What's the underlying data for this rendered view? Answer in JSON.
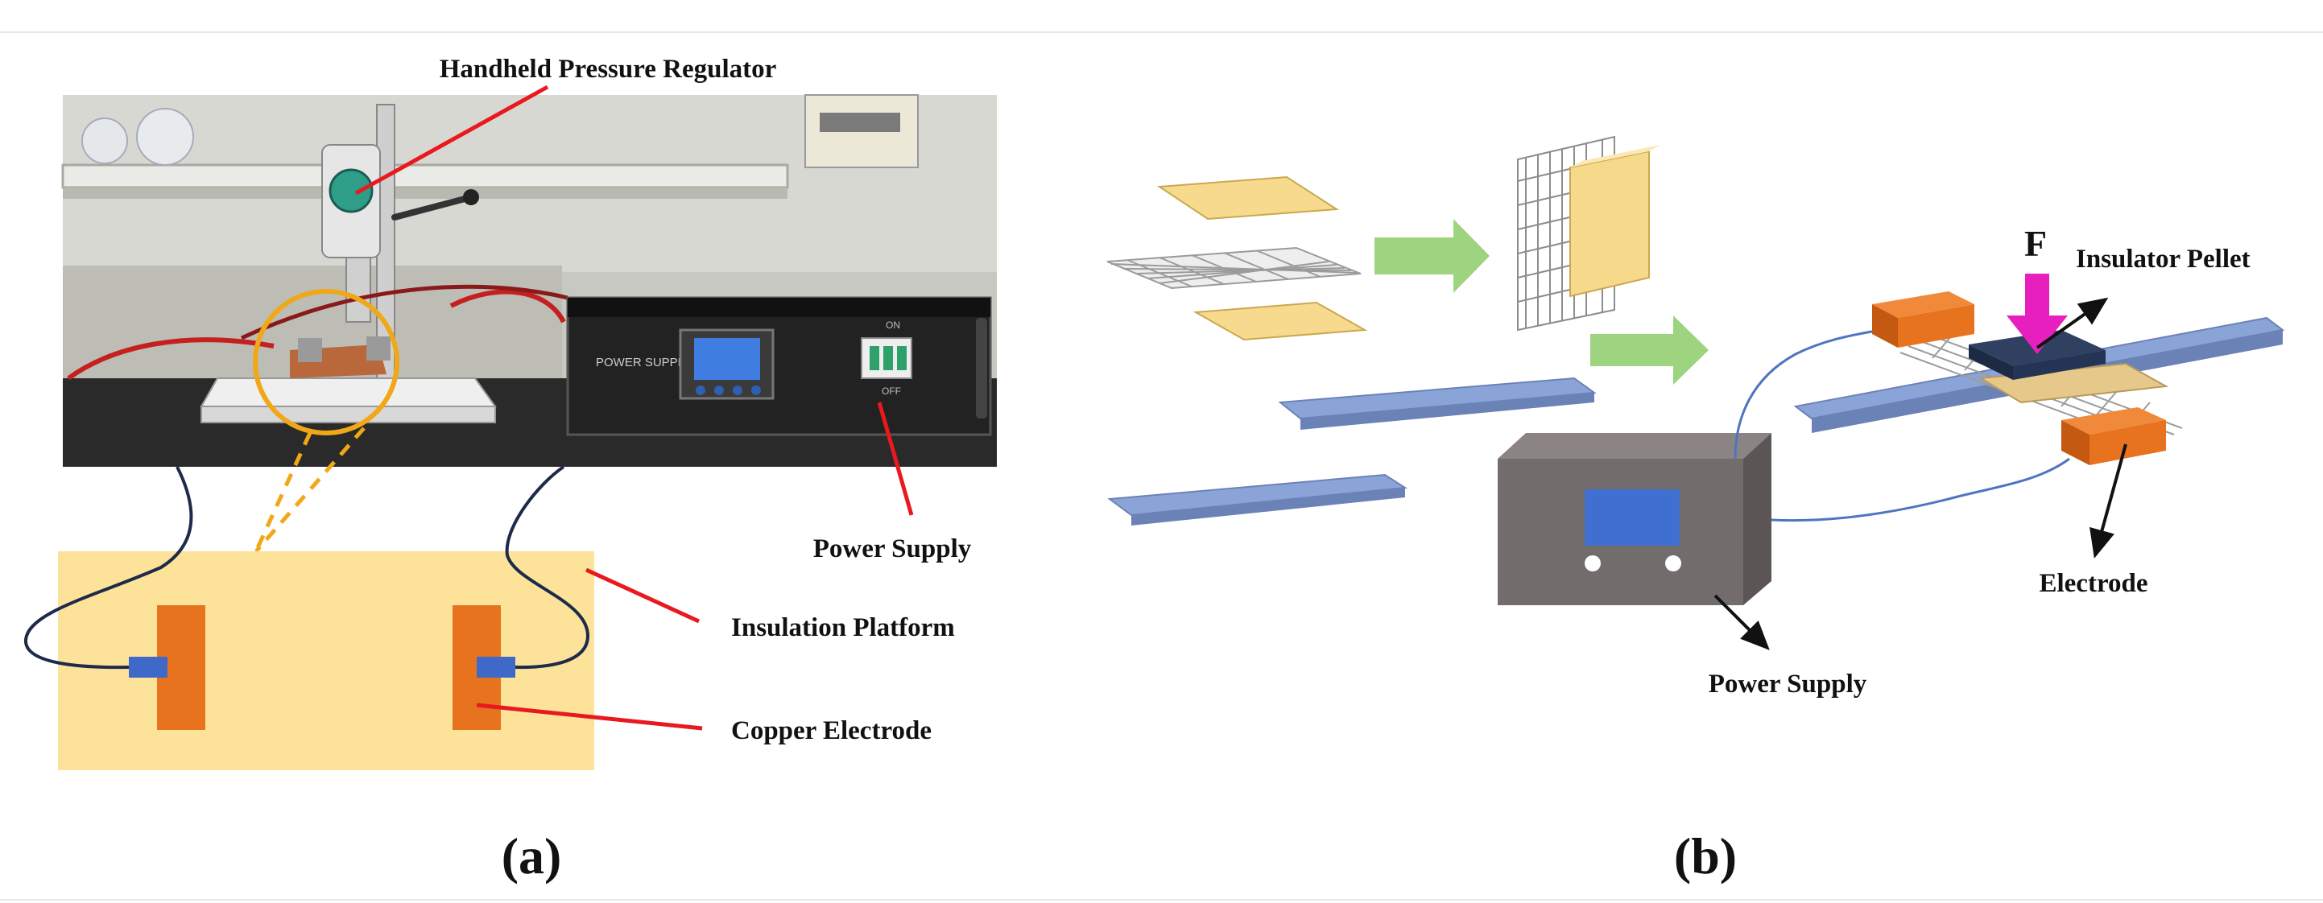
{
  "panel_a": {
    "caption": "(a)",
    "labels": {
      "regulator": "Handheld Pressure Regulator",
      "power_supply": "Power Supply",
      "platform": "Insulation Platform",
      "electrode": "Copper Electrode"
    },
    "device_panel_text": "POWER SUPPLY",
    "switch_on": "ON",
    "switch_off": "OFF"
  },
  "panel_b": {
    "caption": "(b)",
    "labels": {
      "force": "F",
      "pellet": "Insulator Pellet",
      "electrode": "Electrode",
      "power_supply": "Power Supply"
    }
  },
  "colors": {
    "platform": "#fde39a",
    "copper": "#e8731f",
    "connector": "#3f69c8",
    "wire": "#1d2a4a",
    "bar": "#8ba4d8",
    "arrow_green": "#9ed37f",
    "force_arrow": "#e81fbf",
    "pellet": "#2f4060",
    "callout_red": "#e8191f"
  }
}
